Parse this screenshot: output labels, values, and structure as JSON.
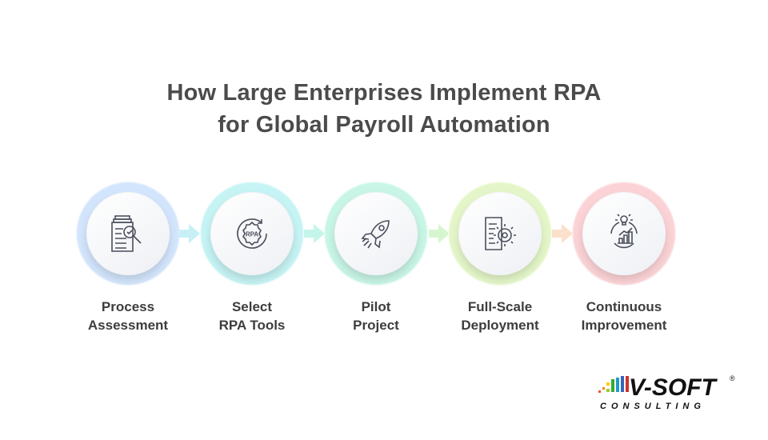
{
  "title": {
    "line1": "How Large Enterprises Implement RPA",
    "line2": "for Global Payroll Automation"
  },
  "steps": [
    {
      "line1": "Process",
      "line2": "Assessment",
      "icon": "document-magnifier-check-icon",
      "color": "#cfe2fb"
    },
    {
      "line1": "Select",
      "line2": "RPA Tools",
      "icon": "rpa-gear-icon",
      "color": "#c8f4f4",
      "icon_text": "RPA"
    },
    {
      "line1": "Pilot",
      "line2": "Project",
      "icon": "rocket-icon",
      "color": "#c9f6e2"
    },
    {
      "line1": "Full-Scale",
      "line2": "Deployment",
      "icon": "document-gear-icon",
      "color": "#e6f7c8"
    },
    {
      "line1": "Continuous",
      "line2": "Improvement",
      "icon": "lightbulb-cycle-chart-icon",
      "color": "#fbd4d8"
    }
  ],
  "logo": {
    "name": "V-SOFT",
    "sub": "CONSULTING",
    "mark": "®"
  }
}
